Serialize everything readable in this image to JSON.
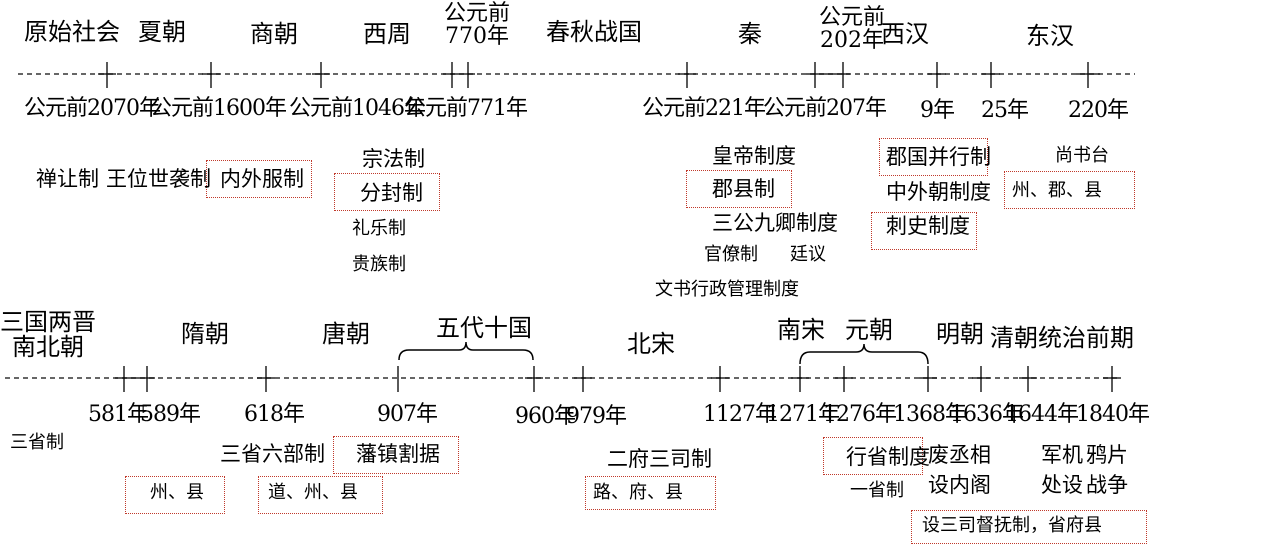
{
  "row1": {
    "periods": [
      "原始社会",
      "夏朝",
      "商朝",
      "西周",
      "公元前\n770年",
      "春秋战国",
      "秦",
      "公元前\n202年",
      "西汉",
      "东汉"
    ],
    "years": [
      "公元前2070年",
      "公元前1600年",
      "公元前1046年",
      "公元前771年",
      "公元前221年",
      "公元前207年",
      "9年",
      "25年",
      "220年"
    ],
    "institutions": {
      "shanrang": "禅让制",
      "wangwei": "王位世袭制",
      "neiwaifu": "内外服制",
      "zongfa": "宗法制",
      "fenfeng": "分封制",
      "liyue": "礼乐制",
      "guizu": "贵族制",
      "huangdi": "皇帝制度",
      "junxian": "郡县制",
      "sangong": "三公九卿制度",
      "guanliao": "官僚制",
      "tingyi": "廷议",
      "wenshu": "文书行政管理制度",
      "junguo": "郡国并行制",
      "zhongwai": "中外朝制度",
      "cishi": "刺史制度",
      "shangshu": "尚书台",
      "zhoujunxian": "州、郡、县"
    }
  },
  "row2": {
    "periods": [
      "三国两晋\n南北朝",
      "隋朝",
      "唐朝",
      "五代十国",
      "北宋",
      "南宋",
      "元朝",
      "明朝",
      "清朝统治前期"
    ],
    "years": [
      "581年",
      "589年",
      "618年",
      "907年",
      "960年",
      "979年",
      "1127年",
      "1271年",
      "1276年",
      "1368年",
      "1636年",
      "1644年",
      "1840年"
    ],
    "institutions": {
      "sansheng": "三省制",
      "zhouxian": "州、县",
      "sansheng6": "三省六部制",
      "daozhouxian": "道、州、县",
      "fanzhen": "藩镇割据",
      "erfu": "二府三司制",
      "lufuxian": "路、府、县",
      "xingsheng": "行省制度",
      "yisheng": "一省制",
      "feichengxiang": "废丞相\n设内阁",
      "junji": "军机\n处设",
      "yapian": "鸦片\n战争",
      "sansi": "设三司督抚制，省府县"
    }
  }
}
